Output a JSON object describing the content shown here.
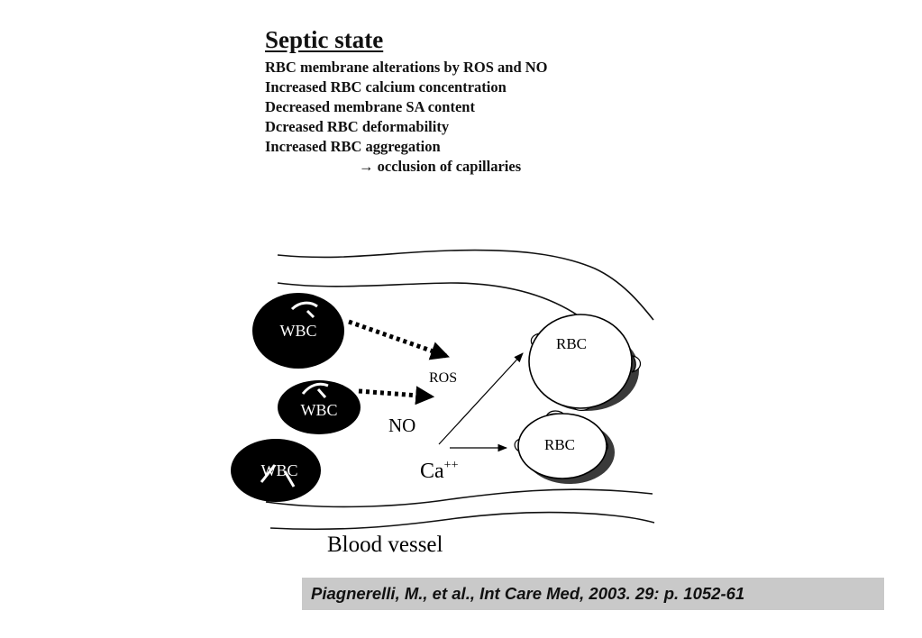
{
  "header": {
    "title": "Septic state",
    "findings": [
      "RBC membrane alterations by ROS and NO",
      "Increased RBC calcium concentration",
      "Decreased membrane SA content",
      "Dcreased RBC deformability",
      "Increased RBC aggregation"
    ],
    "result": "→ occlusion of capillaries"
  },
  "diagram": {
    "wbc_label": "WBC",
    "rbc_label": "RBC",
    "ros_label": "ROS",
    "no_label": "NO",
    "calcium_label": "Ca",
    "calcium_charge": "++",
    "vessel_label": "Blood vessel"
  },
  "citation": "Piagnerelli, M., et al., Int Care Med, 2003. 29: p. 1052-61"
}
